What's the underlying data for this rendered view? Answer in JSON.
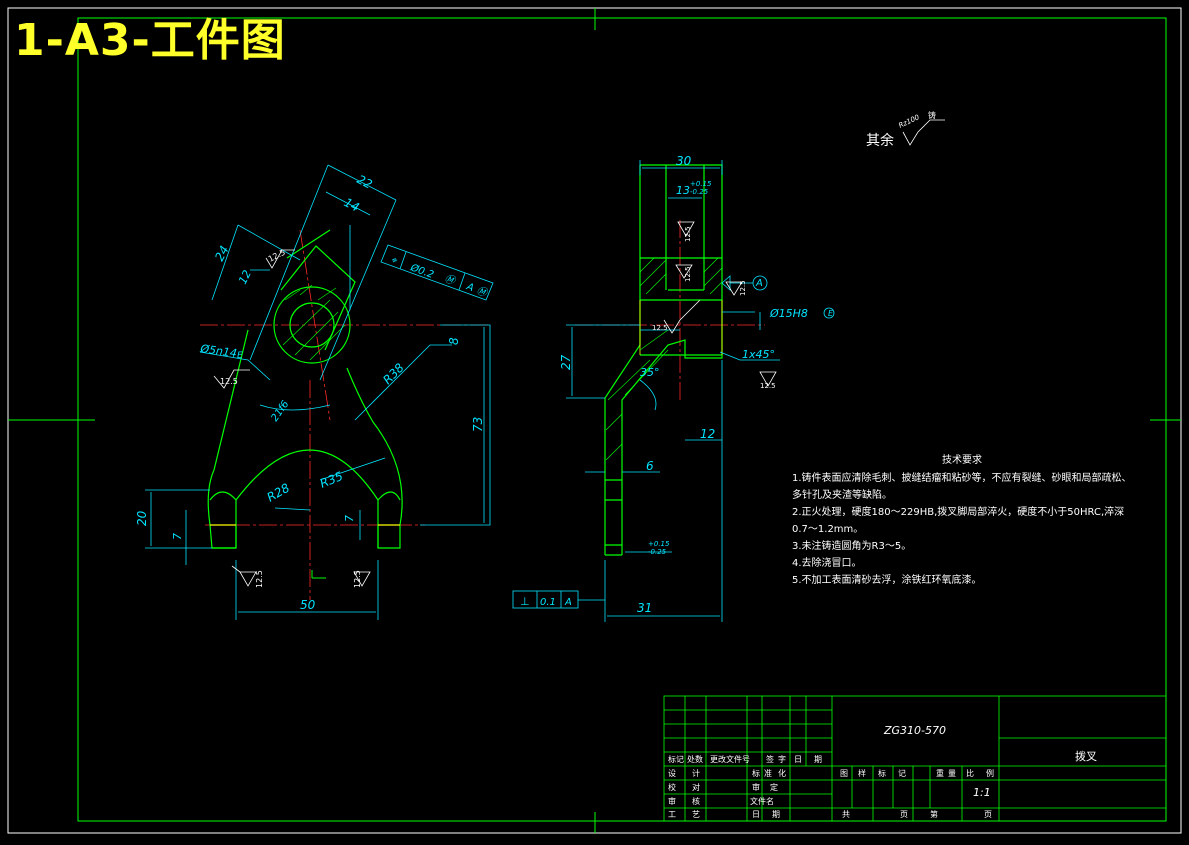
{
  "sheet_label": "1-A3-工件图",
  "surface_finish_note": {
    "prefix": "其余",
    "roughness": "Rz100",
    "process": "铸"
  },
  "dimensions": {
    "d22": "22",
    "d14": "14",
    "d24": "24",
    "d12": "12",
    "d8": "8",
    "d73": "73",
    "r38": "R38",
    "r35": "R35",
    "r28": "R28",
    "d20": "20",
    "d7a": "7",
    "d7b": "7",
    "d50": "50",
    "bore_left": "Ø5n14",
    "bore_left_datum": "E",
    "angle_left": "21f6",
    "d30": "30",
    "d13": "13",
    "d13_tol_upper": "+0.15",
    "d13_tol_lower": "-0.25",
    "d27": "27",
    "d12b": "12",
    "d6": "6",
    "d31": "31",
    "tol_upper": "+0.15",
    "tol_lower": "-0.25",
    "bore_right": "Ø15H8",
    "bore_right_datum": "E",
    "chamfer": "1x45°",
    "angle35": "35°",
    "datum_a": "A"
  },
  "roughness_marks": [
    "12.5",
    "12.5",
    "12.5",
    "12.5",
    "12.5",
    "12.5",
    "12.5",
    "12.5",
    "12.5"
  ],
  "position_tolerance": {
    "symbol": "⌖",
    "value": "Ø0.2",
    "modifier": "Ⓜ",
    "datum": "A",
    "datum_modifier": "Ⓜ"
  },
  "perpendicularity": {
    "symbol": "⊥",
    "value": "0.1",
    "datum": "A"
  },
  "tech_requirements": {
    "title": "技术要求",
    "lines": [
      "1.铸件表面应清除毛刺、披缝结瘤和粘砂等，不应有裂缝、砂眼和局部疏松、",
      "多针孔及夹渣等缺陷。",
      "2.正火处理，硬度180～229HB,拨叉脚局部淬火，硬度不小于50HRC,淬深",
      "0.7～1.2mm。",
      "3.未注铸造圆角为R3～5。",
      "4.去除浇冒口。",
      "5.不加工表面清砂去浮，涂铁红环氧底漆。"
    ]
  },
  "title_block": {
    "material": "ZG310-570",
    "part_name": "拨叉",
    "col_headers": [
      "标记",
      "处数",
      "更改文件号",
      "签",
      "字",
      "日",
      "期"
    ],
    "rows": [
      [
        "设",
        "计",
        "",
        "标",
        "准",
        "化"
      ],
      [
        "校",
        "对",
        "",
        "审",
        "定",
        ""
      ],
      [
        "审",
        "核",
        "",
        "文件名",
        ""
      ],
      [
        "工",
        "艺",
        "",
        "日",
        "期"
      ]
    ],
    "meta_labels": [
      "图",
      "样",
      "标",
      "记",
      "重",
      "量",
      "比",
      "例"
    ],
    "scale": "1:1",
    "sheet_labels": [
      "共",
      "页",
      "第",
      "页"
    ]
  }
}
